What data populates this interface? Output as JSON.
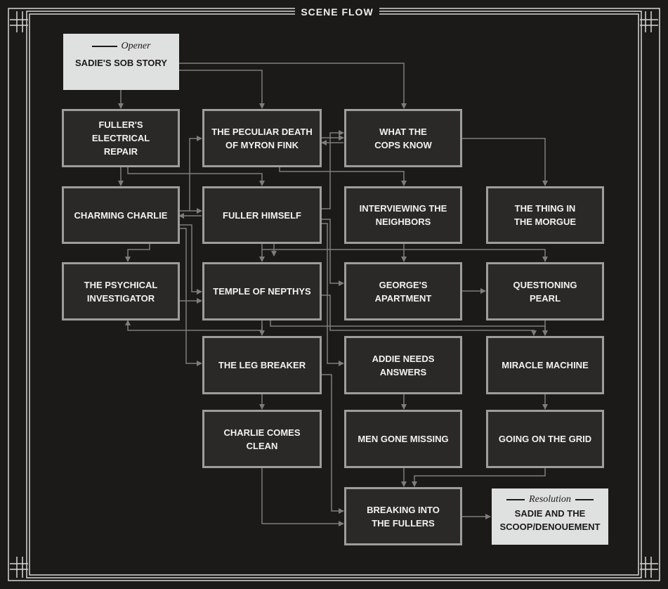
{
  "title": "SCENE FLOW",
  "opener": {
    "kicker": "Opener",
    "label": "SADIE'S SOB STORY"
  },
  "resolution": {
    "kicker": "Resolution",
    "label": "SADIE AND THE\nSCOOP/DENOUEMENT"
  },
  "scenes": {
    "fullers_electrical_repair": "FULLER'S ELECTRICAL\nREPAIR",
    "peculiar_death": "THE PECULIAR DEATH\nOF MYRON FINK",
    "what_cops_know": "WHAT THE\nCOPS KNOW",
    "charming_charlie": "CHARMING CHARLIE",
    "fuller_himself": "FULLER HIMSELF",
    "interviewing_neighbors": "INTERVIEWING THE\nNEIGHBORS",
    "thing_in_morgue": "THE THING IN\nTHE MORGUE",
    "psychical_investigator": "THE PSYCHICAL\nINVESTIGATOR",
    "temple_of_nepthys": "TEMPLE OF NEPTHYS",
    "georges_apartment": "GEORGE'S\nAPARTMENT",
    "questioning_pearl": "QUESTIONING\nPEARL",
    "leg_breaker": "THE LEG BREAKER",
    "addie_needs_answers": "ADDIE NEEDS\nANSWERS",
    "miracle_machine": "MIRACLE MACHINE",
    "charlie_comes_clean": "CHARLIE COMES\nCLEAN",
    "men_gone_missing": "MEN GONE MISSING",
    "going_on_grid": "GOING ON THE GRID",
    "breaking_into_fullers": "BREAKING INTO\nTHE FULLERS"
  },
  "colors": {
    "background": "#1b1a19",
    "node_fill": "#2a2928",
    "node_border": "#9d9d9b",
    "text": "#f3f2ee",
    "arrow": "#7d7d7b",
    "special_fill": "#dfe1e0"
  }
}
